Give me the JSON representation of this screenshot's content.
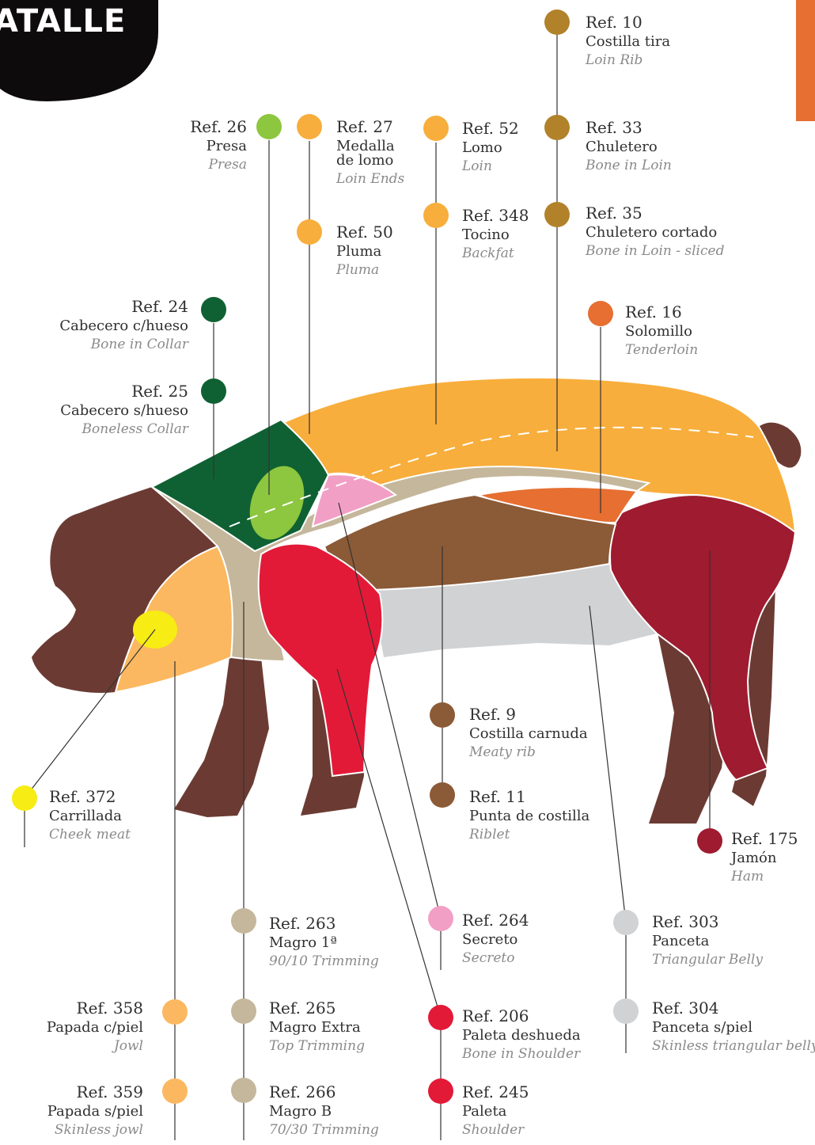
{
  "brand": "ATALLE",
  "colors": {
    "collar": "#0f6133",
    "presa": "#8dc63f",
    "loin": "#f8ae3c",
    "rib_loin": "#b1822a",
    "tenderloin": "#e66f31",
    "secreto": "#f29fc5",
    "jowl": "#fbb860",
    "cheek": "#f7ec13",
    "trimming": "#c5b79c",
    "shoulder": "#e21a38",
    "rib": "#8b5a36",
    "belly": "#d1d2d4",
    "ham": "#9e1b30",
    "skin": "#6b3b33",
    "accent_bar": "#e66f31"
  },
  "labels": [
    {
      "id": "ref10",
      "ref": "Ref. 10",
      "es": "Costilla tira",
      "en": "Loin Rib",
      "color": "#b1822a"
    },
    {
      "id": "ref26",
      "ref": "Ref. 26",
      "es": "Presa",
      "en": "Presa",
      "color": "#8dc63f"
    },
    {
      "id": "ref27",
      "ref": "Ref. 27",
      "es": "Medalla\nde lomo",
      "en": "Loin Ends",
      "color": "#f8ae3c"
    },
    {
      "id": "ref52",
      "ref": "Ref. 52",
      "es": "Lomo",
      "en": "Loin",
      "color": "#f8ae3c"
    },
    {
      "id": "ref33",
      "ref": "Ref. 33",
      "es": "Chuletero",
      "en": "Bone in Loin",
      "color": "#b1822a"
    },
    {
      "id": "ref50",
      "ref": "Ref. 50",
      "es": "Pluma",
      "en": "Pluma",
      "color": "#f8ae3c"
    },
    {
      "id": "ref348",
      "ref": "Ref. 348",
      "es": "Tocino",
      "en": "Backfat",
      "color": "#f8ae3c"
    },
    {
      "id": "ref35",
      "ref": "Ref. 35",
      "es": "Chuletero cortado",
      "en": "Bone in Loin - sliced",
      "color": "#b1822a"
    },
    {
      "id": "ref24",
      "ref": "Ref. 24",
      "es": "Cabecero c/hueso",
      "en": "Bone in Collar",
      "color": "#0f6133"
    },
    {
      "id": "ref16",
      "ref": "Ref. 16",
      "es": "Solomillo",
      "en": "Tenderloin",
      "color": "#e66f31"
    },
    {
      "id": "ref25",
      "ref": "Ref. 25",
      "es": "Cabecero s/hueso",
      "en": "Boneless Collar",
      "color": "#0f6133"
    },
    {
      "id": "ref9",
      "ref": "Ref. 9",
      "es": "Costilla carnuda",
      "en": "Meaty rib",
      "color": "#8b5a36"
    },
    {
      "id": "ref372",
      "ref": "Ref. 372",
      "es": "Carrillada",
      "en": "Cheek meat",
      "color": "#f7ec13"
    },
    {
      "id": "ref11",
      "ref": "Ref. 11",
      "es": "Punta de costilla",
      "en": "Riblet",
      "color": "#8b5a36"
    },
    {
      "id": "ref175",
      "ref": "Ref. 175",
      "es": "Jamón",
      "en": "Ham",
      "color": "#9e1b30"
    },
    {
      "id": "ref263",
      "ref": "Ref. 263",
      "es": "Magro 1ª",
      "en": "90/10 Trimming",
      "color": "#c5b79c"
    },
    {
      "id": "ref264",
      "ref": "Ref. 264",
      "es": "Secreto",
      "en": "Secreto",
      "color": "#f29fc5"
    },
    {
      "id": "ref303",
      "ref": "Ref. 303",
      "es": "Panceta",
      "en": "Triangular Belly",
      "color": "#d1d2d4"
    },
    {
      "id": "ref358",
      "ref": "Ref. 358",
      "es": "Papada c/piel",
      "en": "Jowl",
      "color": "#fbb860"
    },
    {
      "id": "ref265",
      "ref": "Ref. 265",
      "es": "Magro Extra",
      "en": "Top Trimming",
      "color": "#c5b79c"
    },
    {
      "id": "ref206",
      "ref": "Ref. 206",
      "es": "Paleta deshueda",
      "en": "Bone in Shoulder",
      "color": "#e21a38"
    },
    {
      "id": "ref304",
      "ref": "Ref. 304",
      "es": "Panceta s/piel",
      "en": "Skinless triangular belly",
      "color": "#d1d2d4"
    },
    {
      "id": "ref359",
      "ref": "Ref. 359",
      "es": "Papada s/piel",
      "en": "Skinless jowl",
      "color": "#fbb860"
    },
    {
      "id": "ref266",
      "ref": "Ref. 266",
      "es": "Magro B",
      "en": "70/30 Trimming",
      "color": "#c5b79c"
    },
    {
      "id": "ref245",
      "ref": "Ref. 245",
      "es": "Paleta",
      "en": "Shoulder",
      "color": "#e21a38"
    }
  ]
}
